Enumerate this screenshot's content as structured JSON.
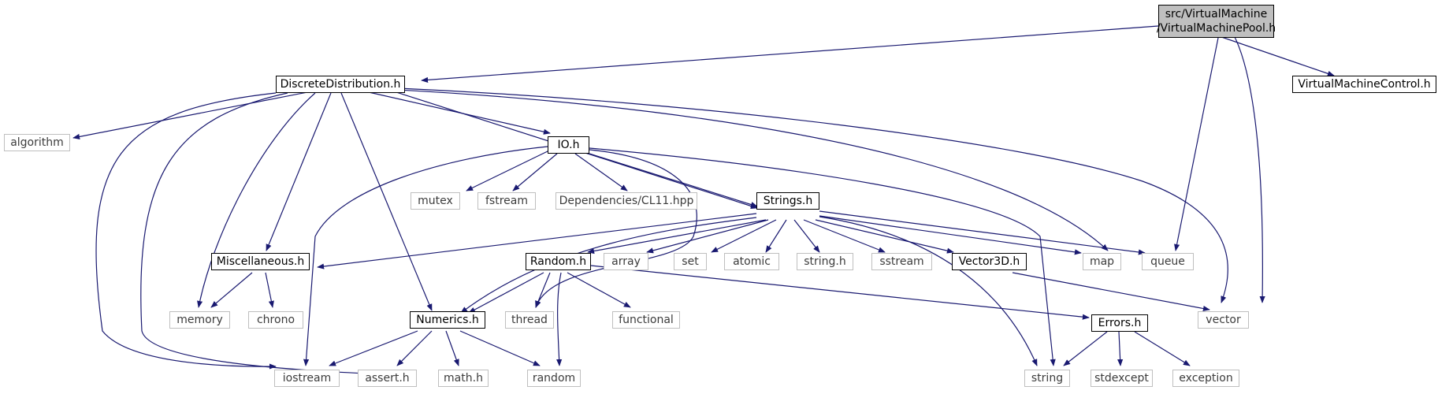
{
  "root": {
    "line1": "src/VirtualMachine",
    "line2": "/VirtualMachinePool.h"
  },
  "nodes": {
    "discrete": "DiscreteDistribution.h",
    "vmcontrol": "VirtualMachineControl.h",
    "algorithm": "algorithm",
    "io": "IO.h",
    "mutex": "mutex",
    "fstream": "fstream",
    "cl11": "Dependencies/CL11.hpp",
    "strings": "Strings.h",
    "misc": "Miscellaneous.h",
    "random_h": "Random.h",
    "array": "array",
    "set": "set",
    "atomic": "atomic",
    "string_h": "string.h",
    "sstream": "sstream",
    "vector3d": "Vector3D.h",
    "map": "map",
    "queue": "queue",
    "memory": "memory",
    "chrono": "chrono",
    "numerics": "Numerics.h",
    "thread": "thread",
    "functional": "functional",
    "errors": "Errors.h",
    "vector": "vector",
    "iostream": "iostream",
    "assert": "assert.h",
    "math": "math.h",
    "random": "random",
    "string": "string",
    "stdexcept": "stdexcept",
    "exception": "exception"
  },
  "colors": {
    "edge": "#191970",
    "root_fill": "#bfbfbf",
    "system_border": "#bfbfbf",
    "local_border": "#000000"
  }
}
